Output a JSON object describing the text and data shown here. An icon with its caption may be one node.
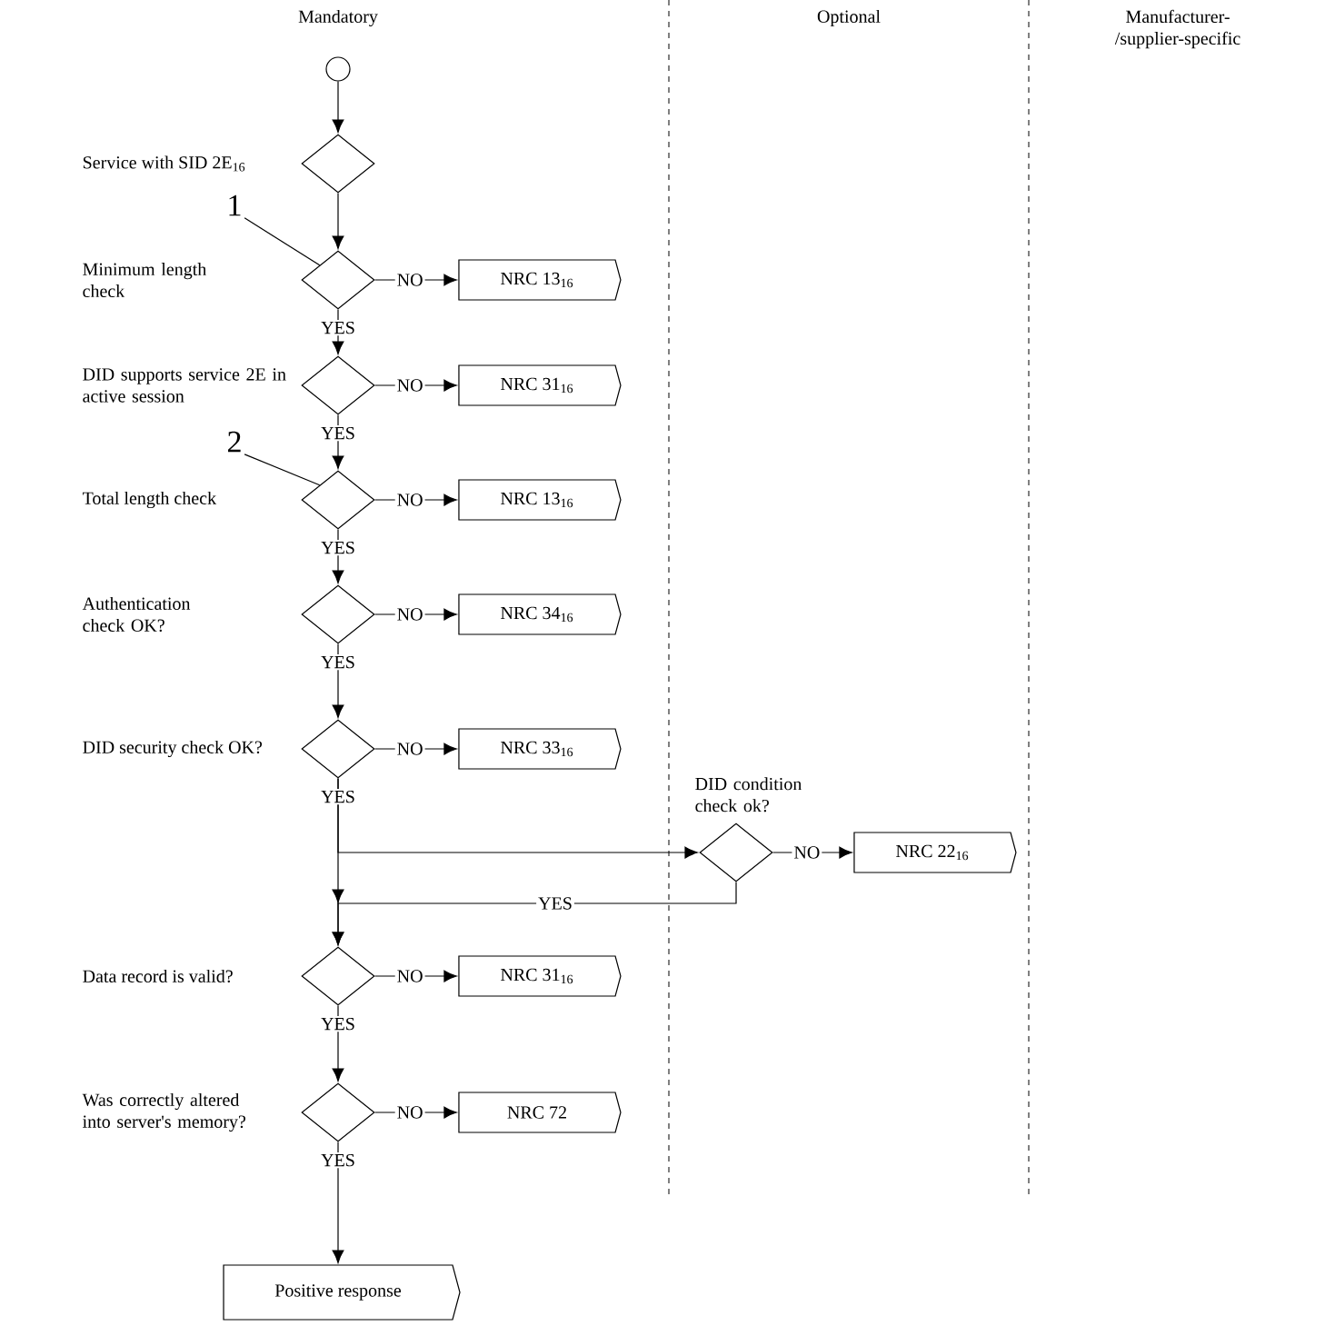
{
  "diagram": {
    "nodes": [
      {
        "text": [],
        "shape": "circle"
      },
      {
        "text": [],
        "shape": "diamond"
      },
      {
        "text": [
          "1"
        ]
      },
      {
        "text": [],
        "shape": "diamond"
      },
      {
        "text": [
          "NRC 13$_{16}$"
        ]
      },
      {
        "text": [],
        "shape": "diamond"
      },
      {
        "text": [
          "NRC 31$_{16}$"
        ]
      },
      {
        "text": [
          "2"
        ]
      },
      {
        "text": [],
        "shape": "diamond"
      },
      {
        "text": [
          "NRC 13$_{16}$"
        ]
      },
      {
        "text": [],
        "shape": "diamond"
      },
      {
        "text": [
          "NRC 34$_{16}$"
        ]
      },
      {
        "text": [],
        "shape": "diamond"
      },
      {
        "text": [
          "NRC 33$_{16}$"
        ]
      },
      {
        "text": [],
        "shape": "diamond",
        "beside": [
          "DID condition check ok?"
        ]
      },
      {
        "text": [
          "NRC 22$_{16}$"
        ]
      },
      {
        "text": [],
        "shape": "diamond"
      },
      {
        "text": [
          "NRC 31$_{16}$"
        ]
      },
      {
        "text": [],
        "shape": "diamond"
      },
      {
        "text": [
          "NRC 72"
        ]
      },
      {
        "text": [
          "Positive response"
        ]
      }
    ],
    "edges": [
      {
        "from": 0,
        "to": 1,
        "arrow": "to"
      },
      {
        "from": 1,
        "to": 3,
        "arrow": "to"
      },
      {
        "from": 2,
        "to": 3,
        "arrow": "none"
      },
      {
        "from": 3,
        "to": 4,
        "arrow": "to",
        "label": "NO"
      },
      {
        "from": 3,
        "to": 5,
        "arrow": "to",
        "label": "YES"
      },
      {
        "from": 5,
        "to": 6,
        "arrow": "to",
        "label": "NO"
      },
      {
        "from": 5,
        "to": 8,
        "arrow": "to",
        "label": "YES"
      },
      {
        "from": 7,
        "to": 8,
        "arrow": "none"
      },
      {
        "from": 8,
        "to": 9,
        "arrow": "to",
        "label": "NO"
      },
      {
        "from": 8,
        "to": 10,
        "arrow": "to",
        "label": "YES"
      },
      {
        "from": 10,
        "to": 11,
        "arrow": "to",
        "label": "NO"
      },
      {
        "from": 10,
        "to": 12,
        "arrow": "to",
        "label": "YES"
      },
      {
        "from": 12,
        "to": 13,
        "arrow": "to",
        "label": "NO"
      },
      {
        "from": 12,
        "to": 14,
        "arrow": "to"
      },
      {
        "from": 12,
        "to": 16,
        "arrow": "to",
        "label": "YES"
      },
      {
        "from": 14,
        "to": 15,
        "arrow": "to",
        "label": "NO"
      },
      {
        "from": 14,
        "to": 16,
        "arrow": "to",
        "label": "YES"
      },
      {
        "from": 16,
        "to": 17,
        "arrow": "to",
        "label": "NO"
      },
      {
        "from": 16,
        "to": 18,
        "arrow": "to",
        "label": "YES"
      },
      {
        "from": 18,
        "to": 19,
        "arrow": "to",
        "label": "NO"
      },
      {
        "from": 18,
        "to": 20,
        "arrow": "to",
        "label": "YES"
      }
    ],
    "labels": [
      "Mandatory",
      "Optional",
      "Manufacturer-/supplier-specific",
      "Service with SID 2E$_{16}$",
      "Minimum length check",
      "DID supports service 2E in active session",
      "Total length check",
      "Authentication check OK?",
      "DID security check OK?",
      "Data record is valid?",
      "Was correctly altered into server's memory?"
    ]
  }
}
